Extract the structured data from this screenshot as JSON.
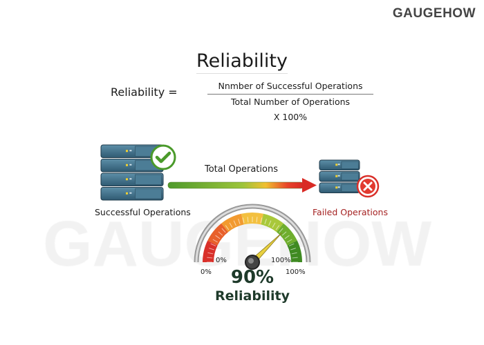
{
  "logo": "GAUGEHOW",
  "watermark": "GAUGEHOW",
  "title": "Reliability",
  "formula": {
    "lhs": "Reliability =",
    "numerator": "Nnmber of Successful Operations",
    "denominator": "Total Number of Operations",
    "multiplier": "X 100%"
  },
  "flow": {
    "arrow_label": "Total Operations",
    "success_label": "Successful Operations",
    "failed_label": "Failed Operations",
    "success_icon": "check-icon",
    "failed_icon": "x-icon"
  },
  "gauge": {
    "value_percent": 90,
    "inner_min": "0%",
    "inner_max": "100%",
    "outer_min": "0%",
    "outer_max": "100%",
    "value_label": "90%",
    "caption": "Reliability"
  },
  "colors": {
    "success": "#4a9a2a",
    "fail": "#d9302a",
    "server": "#3f6f8a",
    "failed_text": "#a52222"
  }
}
